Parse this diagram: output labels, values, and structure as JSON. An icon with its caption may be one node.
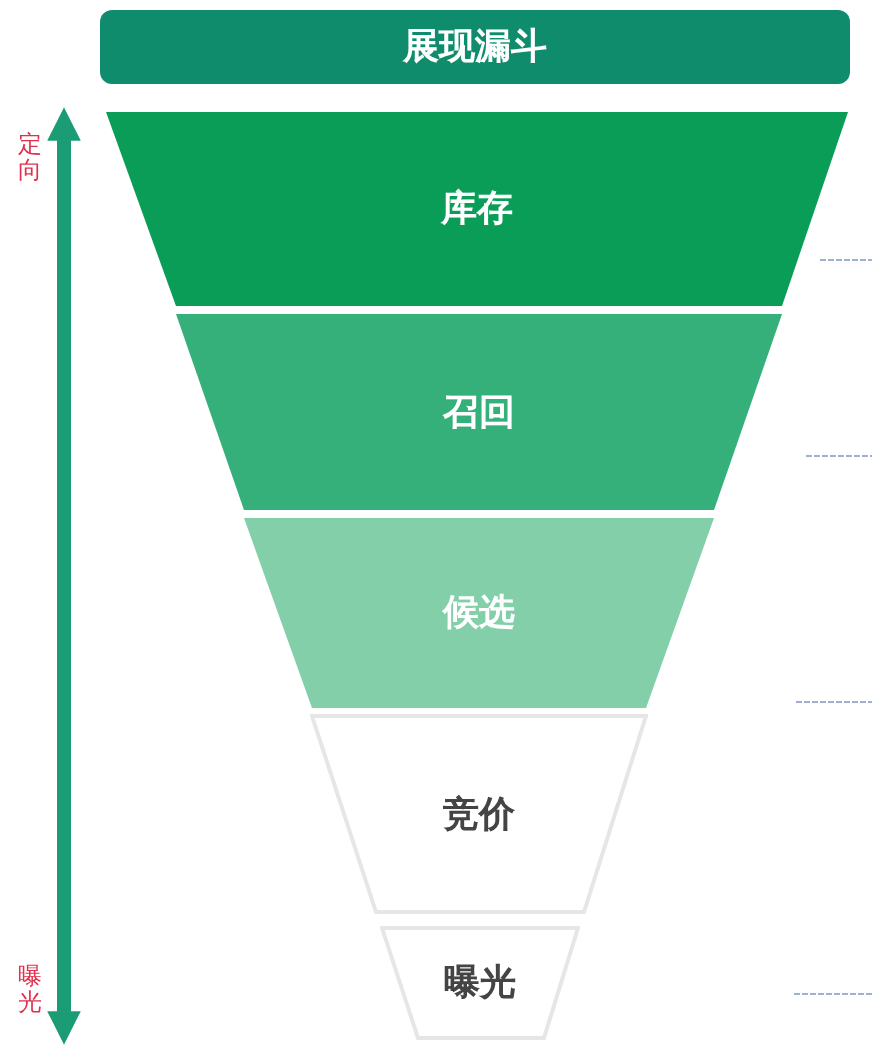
{
  "diagram": {
    "title": "展现漏斗",
    "nodes": [
      {
        "text": [
          "库存"
        ]
      },
      {
        "text": [
          "召回"
        ]
      },
      {
        "text": [
          "候选"
        ]
      },
      {
        "text": [
          "竞价"
        ]
      },
      {
        "text": [
          "曝光"
        ]
      }
    ],
    "labels": [
      "定向",
      "曝光"
    ]
  }
}
